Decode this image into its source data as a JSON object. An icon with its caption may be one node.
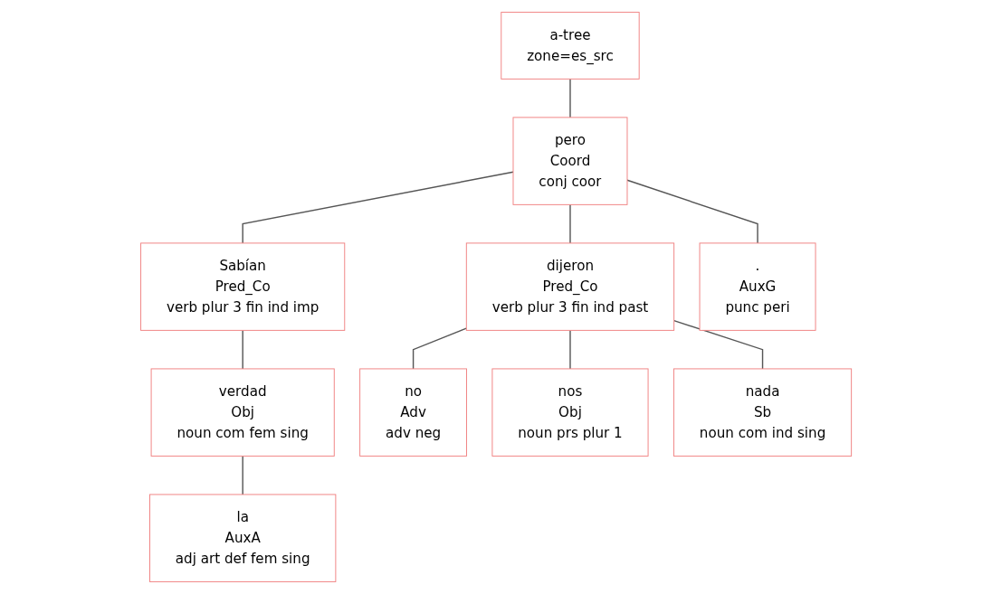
{
  "diagram": {
    "nodes": [
      {
        "text": [
          "a-tree",
          "zone=es_src"
        ]
      },
      {
        "text": [
          "pero",
          "Coord",
          "conj coor"
        ]
      },
      {
        "text": [
          "Sabían",
          "Pred_Co",
          "verb plur 3 fin ind imp"
        ]
      },
      {
        "text": [
          "verdad",
          "Obj",
          "noun com fem sing"
        ]
      },
      {
        "text": [
          "la",
          "AuxA",
          "adj art def fem sing"
        ]
      },
      {
        "text": [
          "no",
          "Adv",
          "adv neg"
        ]
      },
      {
        "text": [
          "nos",
          "Obj",
          "noun prs plur 1"
        ]
      },
      {
        "text": [
          "dijeron",
          "Pred_Co",
          "verb plur 3 fin ind past"
        ]
      },
      {
        "text": [
          "nada",
          "Sb",
          "noun com ind sing"
        ]
      },
      {
        "text": [
          ".",
          "AuxG",
          "punc peri"
        ]
      }
    ],
    "edges": [
      {
        "from": 0,
        "to": 1,
        "arrow": "none"
      },
      {
        "from": 1,
        "to": 2,
        "arrow": "none"
      },
      {
        "from": 1,
        "to": 7,
        "arrow": "none"
      },
      {
        "from": 1,
        "to": 9,
        "arrow": "none"
      },
      {
        "from": 2,
        "to": 3,
        "arrow": "none"
      },
      {
        "from": 3,
        "to": 4,
        "arrow": "none"
      },
      {
        "from": 7,
        "to": 5,
        "arrow": "none"
      },
      {
        "from": 7,
        "to": 6,
        "arrow": "none"
      },
      {
        "from": 7,
        "to": 8,
        "arrow": "none"
      }
    ]
  }
}
